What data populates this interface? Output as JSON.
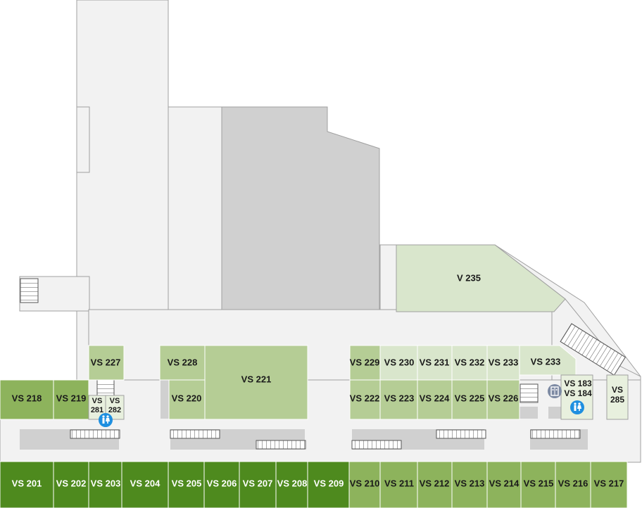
{
  "colors": {
    "floor": "#f2f2f2",
    "block": "#d0d0d0",
    "outline": "#a0a0a0",
    "room_dark": "#4e8a1e",
    "room_mid": "#8db35c",
    "room_light": "#b5cd95",
    "room_pale": "#d9e6cc",
    "room_palest": "#e8f0de",
    "icon_blue": "#1e8fe0",
    "icon_grey": "#7d8aa3",
    "label_light": "#ffffff",
    "label_dark": "#1a1a1a"
  },
  "rooms": {
    "vs201": "VS 201",
    "vs202": "VS 202",
    "vs203": "VS 203",
    "vs204": "VS 204",
    "vs205": "VS 205",
    "vs206": "VS 206",
    "vs207": "VS 207",
    "vs208": "VS 208",
    "vs209": "VS 209",
    "vs210": "VS 210",
    "vs211": "VS 211",
    "vs212": "VS 212",
    "vs213": "VS 213",
    "vs214": "VS 214",
    "vs215": "VS 215",
    "vs216": "VS 216",
    "vs217": "VS 217",
    "vs218": "VS 218",
    "vs219": "VS 219",
    "vs220": "VS 220",
    "vs221": "VS 221",
    "vs222": "VS 222",
    "vs223": "VS 223",
    "vs224": "VS 224",
    "vs225": "VS 225",
    "vs226": "VS 226",
    "vs227": "VS 227",
    "vs228": "VS 228",
    "vs229": "VS 229",
    "vs230": "VS 230",
    "vs231": "VS 231",
    "vs232": "VS 232",
    "vs233a": "VS 233",
    "vs233b": "VS 233",
    "vs281_line1": "VS",
    "vs281_line2": "281",
    "vs282_line1": "VS",
    "vs282_line2": "282",
    "vs183": "VS 183",
    "vs184": "VS 184",
    "vs285_line1": "VS",
    "vs285_line2": "285",
    "v235": "V 235"
  },
  "icons": {
    "restroom_west": "restroom-icon",
    "restroom_east": "restroom-icon",
    "elevator": "elevator-icon",
    "stairs": "stairs-icon"
  }
}
